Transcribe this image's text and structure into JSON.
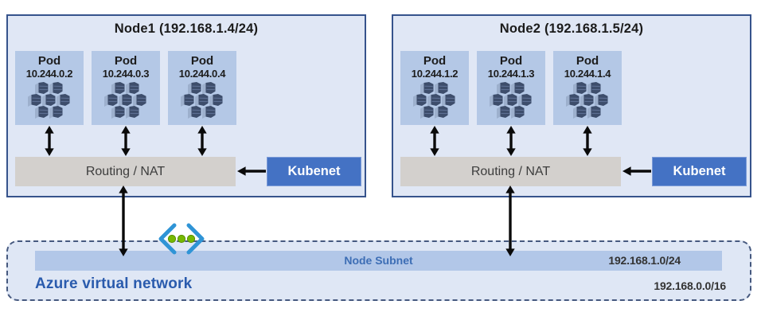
{
  "nodes": [
    {
      "title": "Node1 (192.168.1.4/24)",
      "routing_label": "Routing / NAT",
      "kubenet_label": "Kubenet",
      "pods": [
        {
          "label": "Pod",
          "ip": "10.244.0.2"
        },
        {
          "label": "Pod",
          "ip": "10.244.0.3"
        },
        {
          "label": "Pod",
          "ip": "10.244.0.4"
        }
      ]
    },
    {
      "title": "Node2 (192.168.1.5/24)",
      "routing_label": "Routing / NAT",
      "kubenet_label": "Kubenet",
      "pods": [
        {
          "label": "Pod",
          "ip": "10.244.1.2"
        },
        {
          "label": "Pod",
          "ip": "10.244.1.3"
        },
        {
          "label": "Pod",
          "ip": "10.244.1.4"
        }
      ]
    }
  ],
  "vnet": {
    "label": "Azure virtual network",
    "cidr": "192.168.0.0/16",
    "subnet": {
      "label": "Node Subnet",
      "cidr": "192.168.1.0/24"
    }
  },
  "icons": {
    "pod": "pod-containers-icon",
    "vnet": "virtual-network-icon",
    "arrows": [
      "pod-routing-arrow",
      "kubenet-routing-arrow",
      "node-subnet-arrow"
    ]
  },
  "colors": {
    "node_fill": "#e0e7f5",
    "node_border": "#36538c",
    "pod_fill": "#b4c8e6",
    "pod_cube": "#3d4d6b",
    "routing_fill": "#d3d0cd",
    "kubenet_fill": "#4472c4",
    "vnet_fill": "#dfe7f5",
    "vnet_border": "#46597f",
    "subnet_band_fill": "#b2c7e8",
    "subnet_label": "#3d6eb5",
    "vnet_label": "#2a5bad",
    "vnet_bracket_blue": "#2f94d6",
    "vnet_dot_green": "#76b900",
    "arrow_black": "#0a0a0a"
  }
}
